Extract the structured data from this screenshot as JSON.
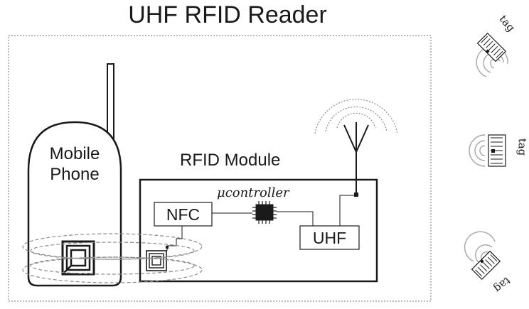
{
  "diagram": {
    "title": "UHF RFID Reader",
    "module_title": "RFID Module",
    "phone_label_line1": "Mobile",
    "phone_label_line2": "Phone",
    "nfc_label": "NFC",
    "uhf_label": "UHF",
    "mcu_label": "μcontroller",
    "tag_labels": [
      "tag",
      "tag",
      "tag"
    ]
  },
  "colors": {
    "ink": "#1a1a1a",
    "dashed": "#8c8c8c",
    "field": "#a6a6a6"
  }
}
